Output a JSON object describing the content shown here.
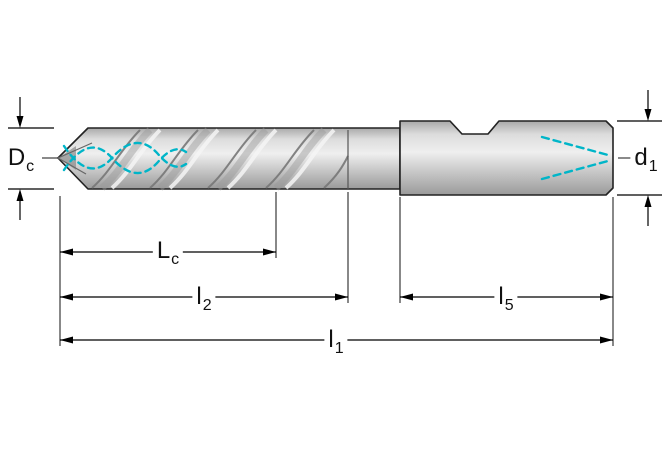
{
  "labels": {
    "dc": {
      "main": "D",
      "sub": "c"
    },
    "d1": {
      "main": "d",
      "sub": "1"
    },
    "lc": {
      "main": "L",
      "sub": "c"
    },
    "l2": {
      "main": "l",
      "sub": "2"
    },
    "l5": {
      "main": "l",
      "sub": "5"
    },
    "l1": {
      "main": "l",
      "sub": "1"
    }
  },
  "colors": {
    "coolant": "#00b5c8",
    "outline": "#1c1c1c",
    "dimension": "#000000",
    "metal_light": "#efefef",
    "metal_dark": "#9a9a9a"
  }
}
